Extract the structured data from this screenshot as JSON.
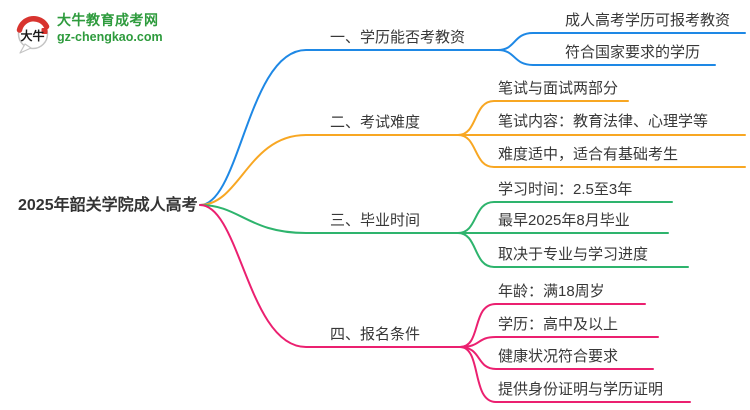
{
  "logo": {
    "mark_text": "大牛",
    "site_name": "大牛教育成考网",
    "site_url": "gz-chengkao.com",
    "green": "#2e9b3d",
    "red": "#d8342f"
  },
  "root": {
    "title": "2025年韶关学院成人高考"
  },
  "colors": {
    "text": "#383838",
    "background": "#ffffff"
  },
  "branches": [
    {
      "label": "一、学历能否考教资",
      "color": "#1e88e5",
      "children": [
        "成人高考学历可报考教资",
        "符合国家要求的学历"
      ]
    },
    {
      "label": "二、考试难度",
      "color": "#f8a723",
      "children": [
        "笔试与面试两部分",
        "笔试内容：教育法律、心理学等",
        "难度适中，适合有基础考生"
      ]
    },
    {
      "label": "三、毕业时间",
      "color": "#2eb46d",
      "children": [
        "学习时间：2.5至3年",
        "最早2025年8月毕业",
        "取决于专业与学习进度"
      ]
    },
    {
      "label": "四、报名条件",
      "color": "#eb2070",
      "children": [
        "年龄：满18周岁",
        "学历：高中及以上",
        "健康状况符合要求",
        "提供身份证明与学历证明"
      ]
    }
  ]
}
